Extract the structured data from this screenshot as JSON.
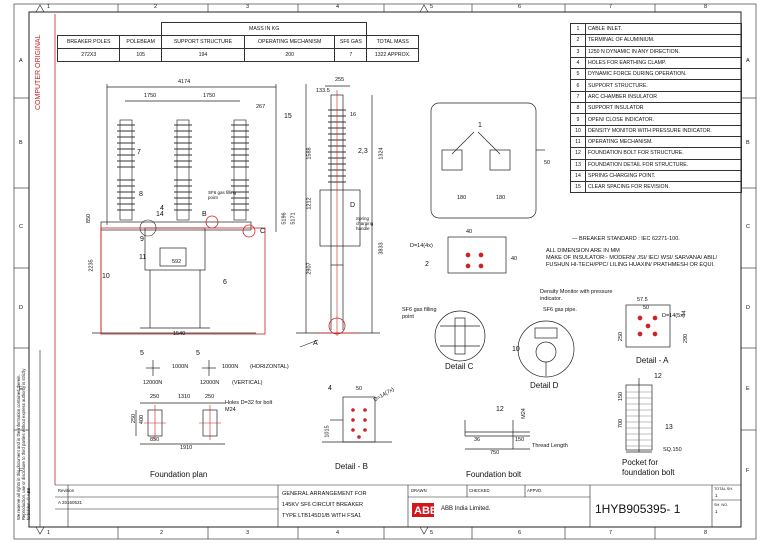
{
  "frame": {
    "col_numbers": [
      "1",
      "2",
      "3",
      "4",
      "5",
      "6",
      "7",
      "8"
    ],
    "row_letters": [
      "A",
      "B",
      "C",
      "D",
      "E",
      "F"
    ]
  },
  "mass_table": {
    "title": "MASS IN KG",
    "headers": [
      "BREAKER POLES",
      "POLEBEAM",
      "SUPPORT STRUCTURE",
      "OPERATING MECHANISM",
      "SF6 GAS",
      "TOTAL MASS"
    ],
    "values": [
      "272X3",
      "105",
      "194",
      "200",
      "7",
      "1322 APPROX."
    ]
  },
  "side_text": "COMPUTER ORIGINAL",
  "notes": [
    {
      "n": "1",
      "text": "CABLE INLET."
    },
    {
      "n": "2",
      "text": "TERMINAL OF ALUMINIUM."
    },
    {
      "n": "3",
      "text": "1250 N DYNAMIC IN ANY DIRECTION."
    },
    {
      "n": "4",
      "text": "HOLES FOR EARTHING CLAMP."
    },
    {
      "n": "5",
      "text": "DYNAMIC FORCE DURING OPERATION."
    },
    {
      "n": "6",
      "text": "SUPPORT STRUCTURE."
    },
    {
      "n": "7",
      "text": "ARC CHAMBER INSULATOR"
    },
    {
      "n": "8",
      "text": "SUPPORT INSULATOR"
    },
    {
      "n": "9",
      "text": "OPEN/ CLOSE INDICATOR."
    },
    {
      "n": "10",
      "text": "DENSITY MONITOR WITH PRESSURE INDICATOR."
    },
    {
      "n": "11",
      "text": "OPERATING MECHANISM."
    },
    {
      "n": "12",
      "text": "FOUNDATION BOLT FOR STRUCTURE."
    },
    {
      "n": "13",
      "text": "FOUNDATION DETAIL FOR STRUCTURE."
    },
    {
      "n": "14",
      "text": "SPRING CHARGING POINT."
    },
    {
      "n": "15",
      "text": "CLEAR SPACING FOR REVISION."
    }
  ],
  "standard": "BREAKER STANDARD : IEC 62271-100.",
  "general_notes": [
    "ALL DIMENSION ARE IN MM",
    "MAKE OF INSULATOR:- MODERN/ JSI/ IEC/ WSI/ SARVANA/ ABIL/",
    "FUSHUN HI-TECH/PPC/ LILING HUAXIN/ PRATHMESH OR EQUI."
  ],
  "front_view": {
    "dims": [
      "4174",
      "1750",
      "1750",
      "267",
      "1540",
      "2235",
      "850",
      "5196",
      "5171"
    ],
    "markers": [
      "7",
      "8",
      "4",
      "14",
      "B",
      "C",
      "9",
      "11",
      "6",
      "10",
      "592"
    ],
    "gas_note": "SF6 gas filling point"
  },
  "side_view": {
    "dims": [
      "255",
      "133.5",
      "16",
      "15",
      "1588",
      "1212",
      "2907",
      "1324",
      "3833"
    ],
    "markers": [
      "2,3",
      "D",
      "A"
    ],
    "spring_note": "Spring charging handle"
  },
  "top_view": {
    "markers": [
      "1"
    ],
    "dims": [
      "180",
      "180",
      "50"
    ]
  },
  "terminal": {
    "label": "D=14(4x)",
    "marker": "2",
    "dims": [
      "40",
      "40"
    ]
  },
  "forces": {
    "h_marker": "5",
    "h_value": "1000N",
    "h_label": "(HORIZONTAL)",
    "v_marker": "5",
    "v_value": "12000N",
    "v_label": "(VERTICAL)"
  },
  "foundation_plan": {
    "title": "Foundation plan",
    "dims": [
      "250",
      "1310",
      "250",
      "1910",
      "250",
      "400",
      "850"
    ],
    "note": "Holes D=32 for bolt M24"
  },
  "detail_b": {
    "title": "Detail - B",
    "marker": "4",
    "dims": [
      "50",
      "D=14(7x)",
      "1015"
    ]
  },
  "detail_c": {
    "title": "Detail C",
    "note": "SF6 gas filling point"
  },
  "detail_d": {
    "title": "Detail D",
    "marker": "10",
    "note1": "Density Monitor with pressure indicator.",
    "note2": "SF6 gas pipe."
  },
  "detail_a": {
    "title": "Detail - A",
    "dims": [
      "57.5",
      "50",
      "D=14(5x)",
      "44",
      "250",
      "290"
    ]
  },
  "foundation_bolt": {
    "title": "Foundation bolt",
    "marker": "12",
    "dims": [
      "36",
      "750",
      "150",
      "M24"
    ],
    "note": "Thread Length"
  },
  "pocket": {
    "title1": "Pocket for",
    "title2": "foundation bolt",
    "markers": [
      "12",
      "13"
    ],
    "dims": [
      "150",
      "700",
      "SQ.150"
    ]
  },
  "title_block": {
    "revision_label": "Revision",
    "revision": "A  20160531",
    "title_l1": "GENERAL ARRANGEMENT FOR",
    "title_l2": "145KV SF6 CIRCUIT BREAKER",
    "title_l3": "TYPE LTB145D1/B WITH FSA1",
    "drawn": "DRAWN",
    "checked": "CHECKED",
    "approved": "APPVD.",
    "company": "ABB India Limited.",
    "doc_no": "1HYB905395- 1",
    "total_sh": "TOTAL SH.",
    "total_val": "1",
    "sh_no": "SH. NO.",
    "sh_val": "1"
  },
  "rights": "We reserve all rights in this document and in the information contained therein. Reproduction, use or disclosure to third parties without express authority is strictly forbidden. © ABB"
}
